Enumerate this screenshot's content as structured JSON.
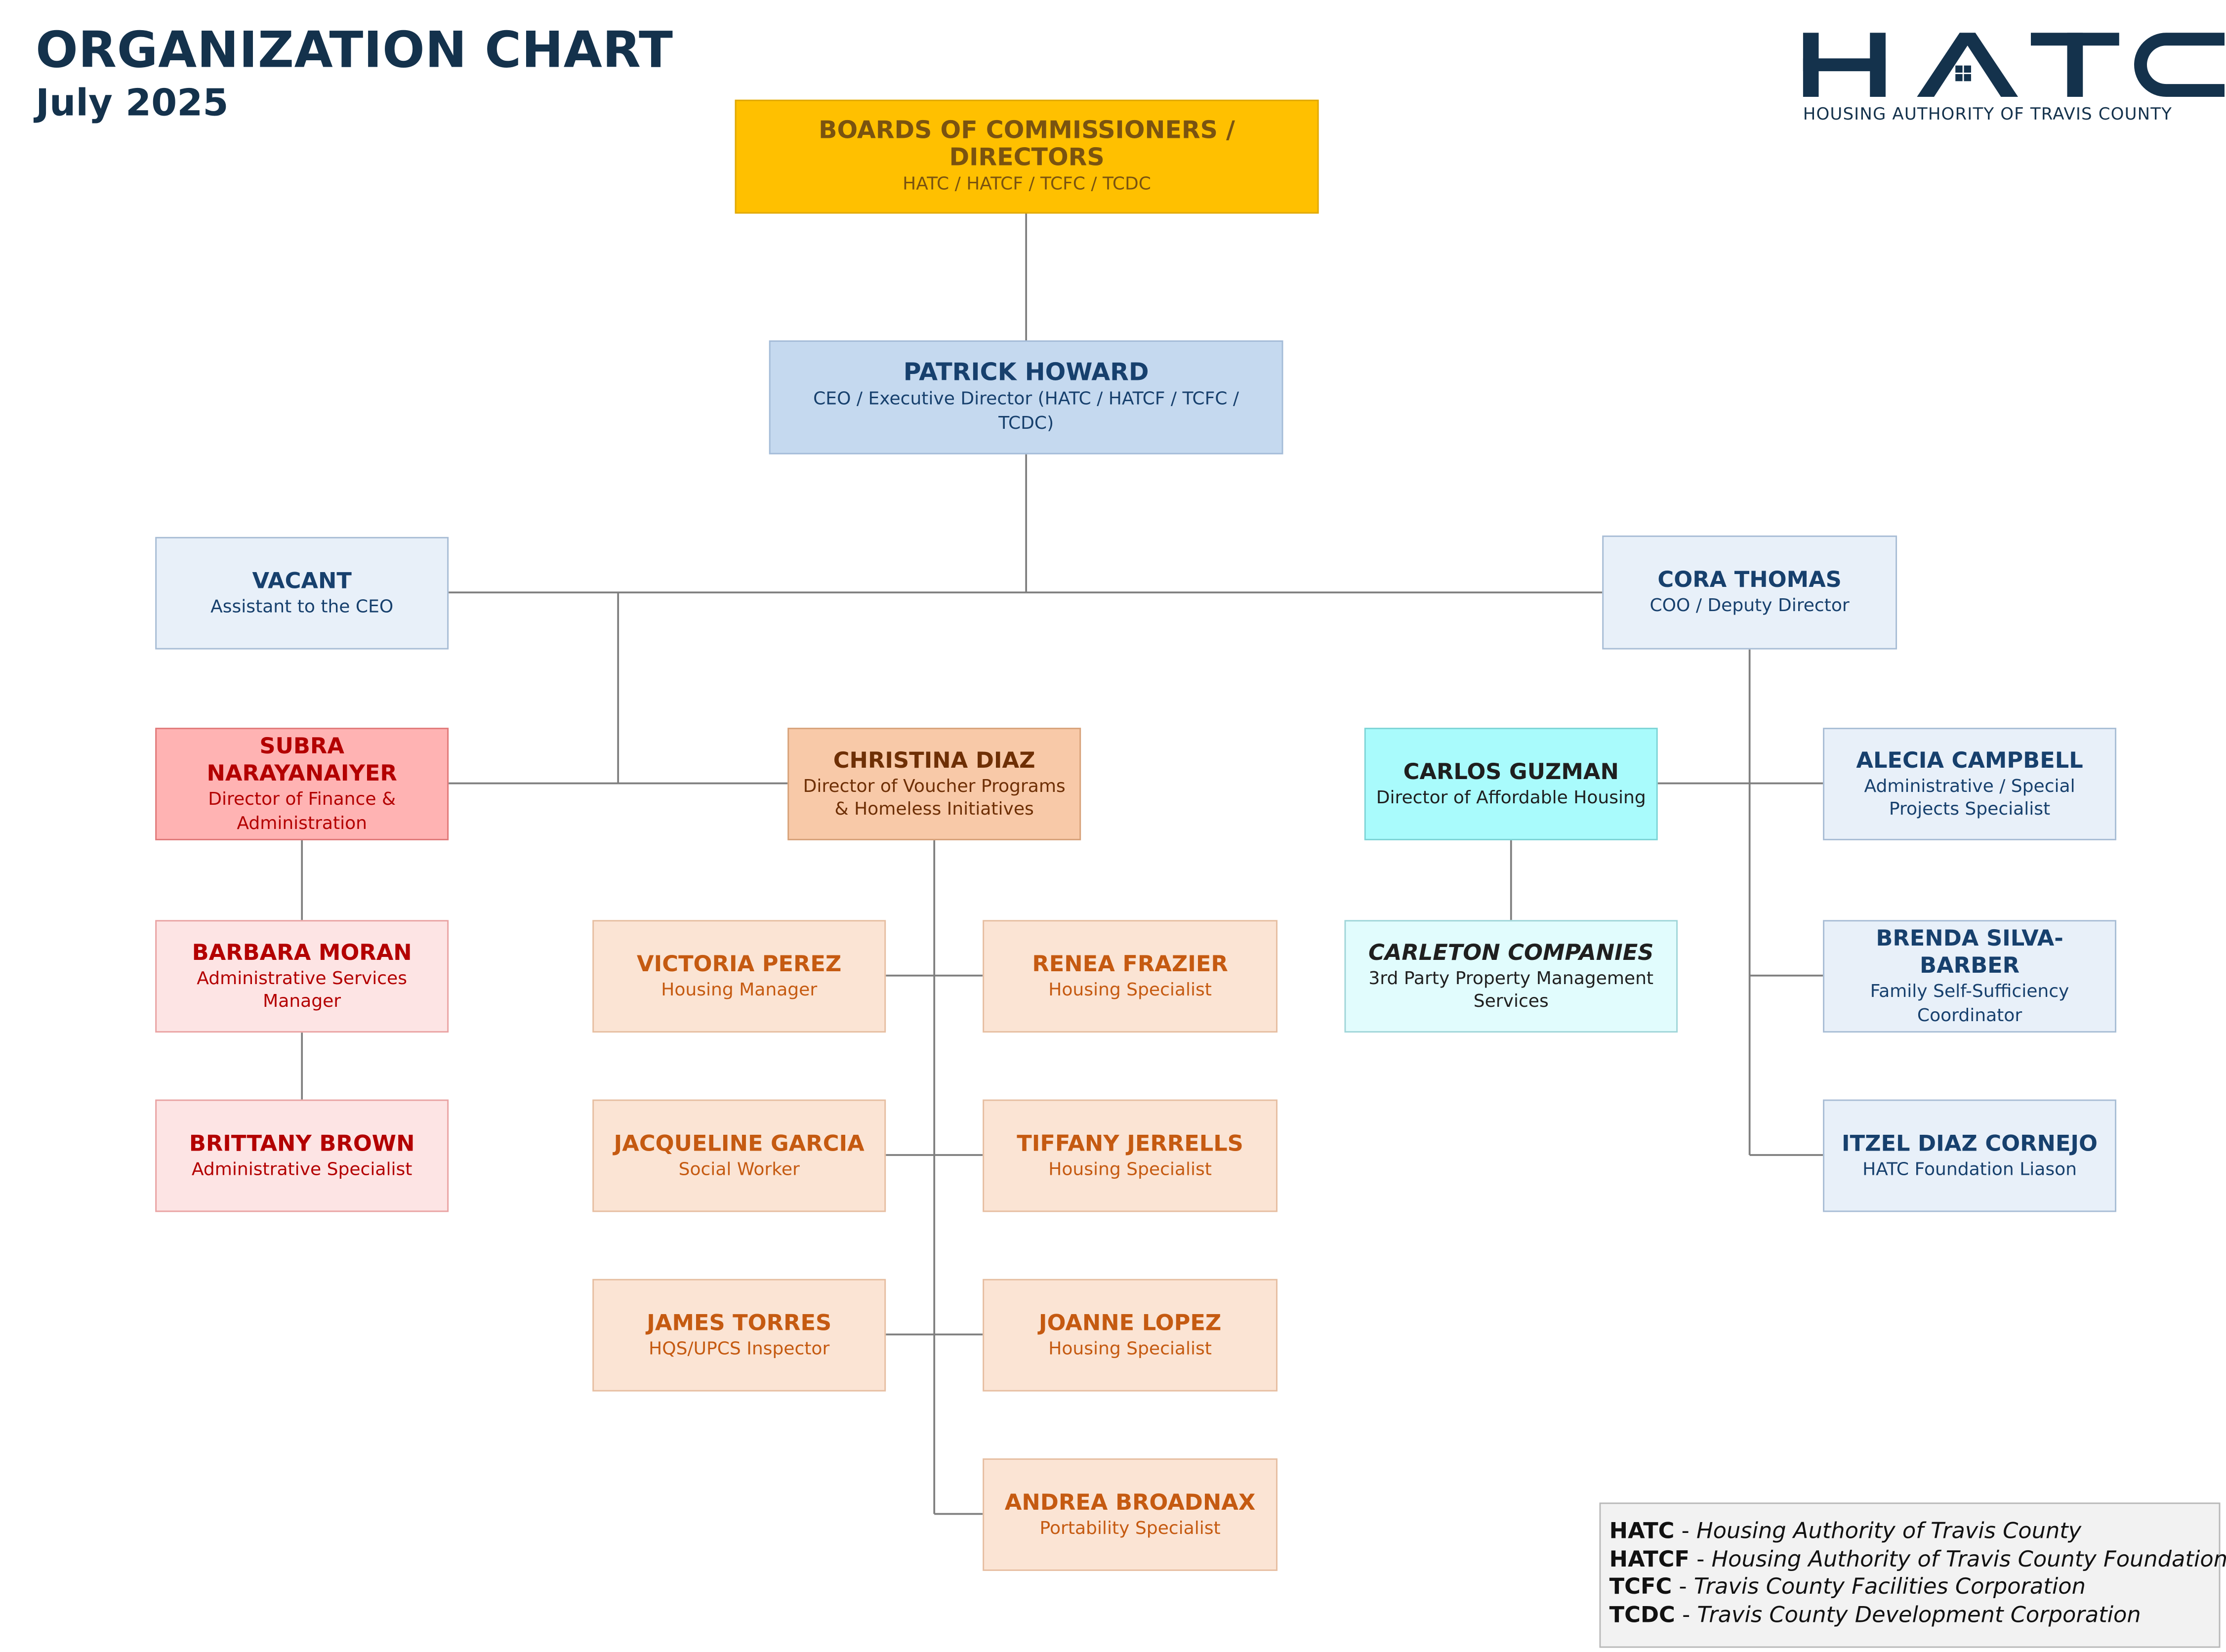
{
  "header": {
    "title": "ORGANIZATION CHART",
    "date": "July 2025"
  },
  "logo": {
    "wordmark": "HATC",
    "tagline": "HOUSING AUTHORITY OF TRAVIS COUNTY",
    "color": "#14324c"
  },
  "colors": {
    "board": "#ffc000",
    "executive": "#c5d9ef",
    "operations": "#e8f0f9",
    "finance": "#ffb3b3",
    "voucher_programs": "#f8c9a8",
    "affordable_housing": "#a9fbfc"
  },
  "nodes": {
    "board": {
      "name": "BOARDS OF COMMISSIONERS / DIRECTORS",
      "role": "HATC / HATCF / TCFC / TCDC"
    },
    "ceo": {
      "name": "PATRICK HOWARD",
      "role": "CEO / Executive Director (HATC / HATCF / TCFC / TCDC)"
    },
    "assistant": {
      "name": "VACANT",
      "role": "Assistant to the CEO"
    },
    "coo": {
      "name": "CORA THOMAS",
      "role": "COO / Deputy Director"
    },
    "finance_director": {
      "name": "SUBRA NARAYANAIYER",
      "role": "Director of Finance & Administration"
    },
    "admin_services_manager": {
      "name": "BARBARA MORAN",
      "role": "Administrative Services Manager"
    },
    "admin_specialist": {
      "name": "BRITTANY BROWN",
      "role": "Administrative Specialist"
    },
    "voucher_director": {
      "name": "CHRISTINA DIAZ",
      "role": "Director of Voucher Programs & Homeless Initiatives"
    },
    "housing_manager": {
      "name": "VICTORIA PEREZ",
      "role": "Housing Manager"
    },
    "social_worker": {
      "name": "JACQUELINE GARCIA",
      "role": "Social Worker"
    },
    "inspector": {
      "name": "JAMES TORRES",
      "role": "HQS/UPCS Inspector"
    },
    "housing_specialist_1": {
      "name": "RENEA FRAZIER",
      "role": "Housing Specialist"
    },
    "housing_specialist_2": {
      "name": "TIFFANY JERRELLS",
      "role": "Housing Specialist"
    },
    "housing_specialist_3": {
      "name": "JOANNE LOPEZ",
      "role": "Housing Specialist"
    },
    "portability_specialist": {
      "name": "ANDREA BROADNAX",
      "role": "Portability Specialist"
    },
    "affordable_director": {
      "name": "CARLOS GUZMAN",
      "role": "Director of Affordable Housing"
    },
    "property_management": {
      "name": "CARLETON COMPANIES",
      "role": "3rd Party Property Management Services"
    },
    "special_projects": {
      "name": "ALECIA CAMPBELL",
      "role": "Administrative / Special Projects Specialist"
    },
    "fss_coordinator": {
      "name": "BRENDA SILVA-BARBER",
      "role": "Family Self-Sufficiency Coordinator"
    },
    "foundation_liaison": {
      "name": "ITZEL DIAZ CORNEJO",
      "role": "HATC Foundation Liason"
    }
  },
  "legend": [
    {
      "abbr": "HATC",
      "sep": " - ",
      "definition": "Housing Authority of Travis County"
    },
    {
      "abbr": "HATCF",
      "sep": " - ",
      "definition": "Housing Authority of Travis County Foundation"
    },
    {
      "abbr": "TCFC",
      "sep": " - ",
      "definition": "Travis County Facilities Corporation"
    },
    {
      "abbr": "TCDC",
      "sep": " - ",
      "definition": "Travis County Development Corporation"
    }
  ]
}
